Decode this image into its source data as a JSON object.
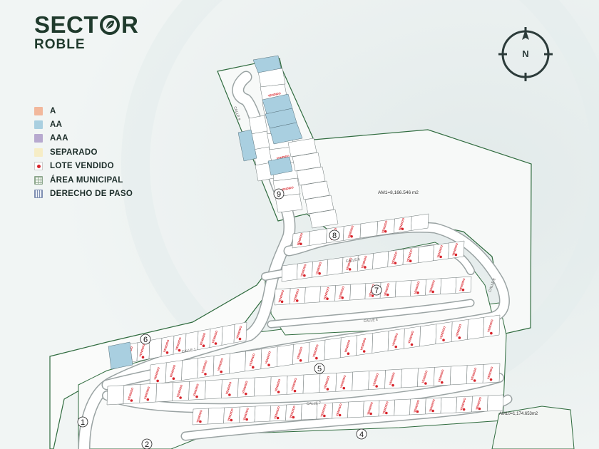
{
  "brand": {
    "title_left": "SECT",
    "title_right": "R",
    "title_mark": "leaf-in-circle-icon",
    "subtitle": "ROBLE"
  },
  "compass": {
    "letter": "N",
    "icon": "north-arrow-icon"
  },
  "legend": [
    {
      "label": "A",
      "color": "#f2b89c",
      "kind": "swatch"
    },
    {
      "label": "AA",
      "color": "#a9cfe0",
      "kind": "swatch"
    },
    {
      "label": "AAA",
      "color": "#b7a9cf",
      "kind": "swatch"
    },
    {
      "label": "SEPARADO",
      "color": "#f6edc6",
      "kind": "swatch"
    },
    {
      "label": "LOTE VENDIDO",
      "color": "#d8232a",
      "kind": "dot"
    },
    {
      "label": "ÁREA MUNICIPAL",
      "color": "#8ea88e",
      "kind": "grid"
    },
    {
      "label": "DERECHO DE PASO",
      "color": "#7f8fb2",
      "kind": "stripes"
    }
  ],
  "map": {
    "sold_text": "VENDIDO",
    "area_labels": [
      "AM1=8,166.546 m2",
      "AM10=1,174.653m2"
    ],
    "street_labels": [
      "CALLE 1",
      "CALLE 4",
      "CALLE 6",
      "CALLE 7",
      "CALLE 8",
      "CALLE 9"
    ],
    "blocks": [
      {
        "number": "1"
      },
      {
        "number": "2"
      },
      {
        "number": "4"
      },
      {
        "number": "5"
      },
      {
        "number": "6"
      },
      {
        "number": "7"
      },
      {
        "number": "8"
      },
      {
        "number": "9"
      }
    ]
  }
}
